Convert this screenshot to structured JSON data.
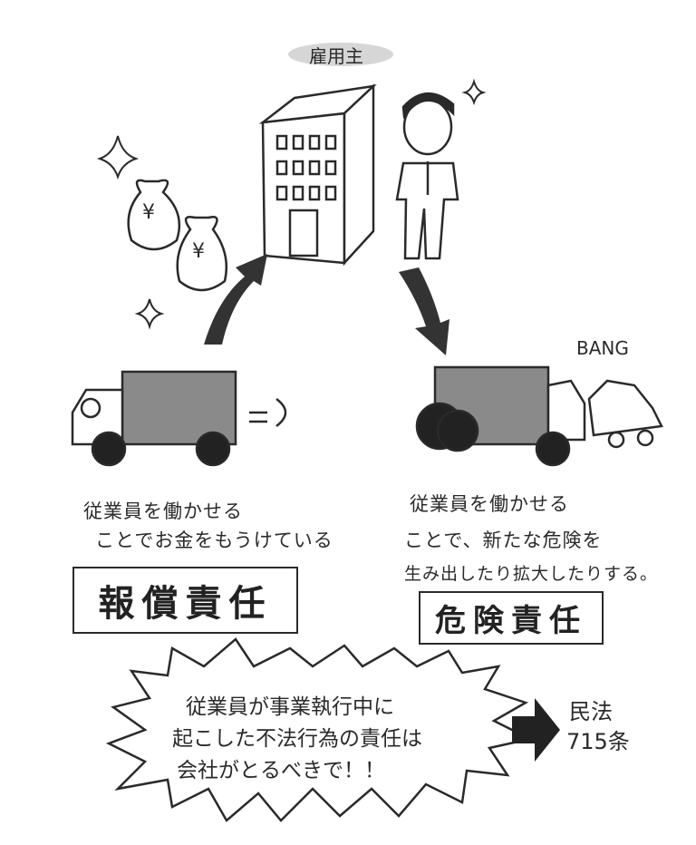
{
  "employer": {
    "label": "雇用主"
  },
  "crash": {
    "sound": "BANG"
  },
  "left": {
    "line1": "従業員を働かせる",
    "line2": "ことでお金をもうけている",
    "title": "報償責任"
  },
  "right": {
    "line1": "従業員を働かせる",
    "line2": "ことで、新たな危険を",
    "line3": "生み出したり拡大したりする。",
    "title": "危険責任"
  },
  "burst": {
    "line1": "従業員が事業執行中に",
    "line2": "起こした不法行為の責任は",
    "line3": "会社がとるべきで！！"
  },
  "law": {
    "line1": "民法",
    "line2": "715条"
  },
  "money": {
    "symbol": "¥"
  },
  "colors": {
    "ink": "#2a2a2a",
    "gray": "#8a8a8a",
    "label_bg": "#d6d6d6"
  }
}
